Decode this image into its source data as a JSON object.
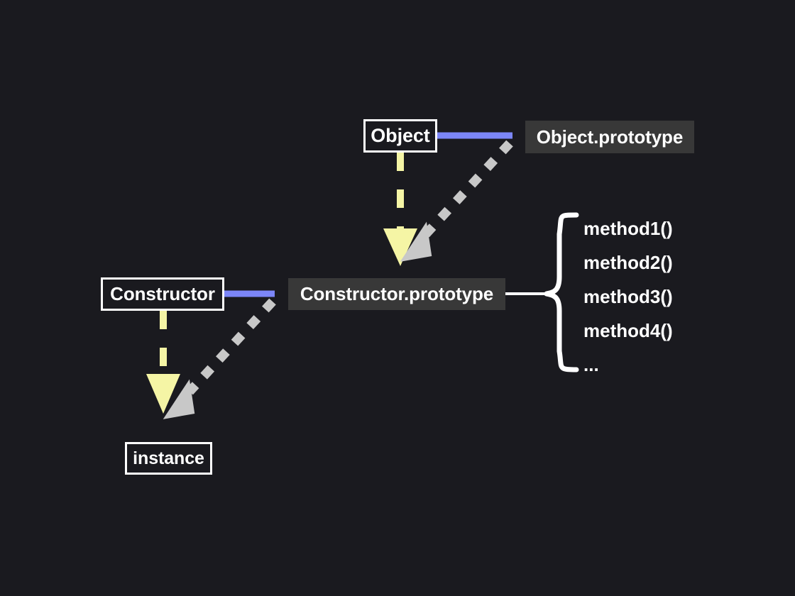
{
  "diagram": {
    "title": "JavaScript prototype chain diagram",
    "background_color": "#1a1a1f",
    "nodes": {
      "object": {
        "label": "Object",
        "style": "outline"
      },
      "object_prototype": {
        "label": "Object.prototype",
        "style": "filled",
        "fill_color": "#383838"
      },
      "constructor": {
        "label": "Constructor",
        "style": "outline"
      },
      "constructor_prototype": {
        "label": "Constructor.prototype",
        "style": "filled",
        "fill_color": "#383838"
      },
      "instance": {
        "label": "instance",
        "style": "outline"
      }
    },
    "connectors": {
      "prototype_link_color": "#7c86f8",
      "instantiation_arrow_color": "#f5f5a5",
      "proto_chain_arrow_color": "#c8c8c8",
      "brace_color": "#ffffff"
    },
    "methods": [
      {
        "label": "method1()"
      },
      {
        "label": "method2()"
      },
      {
        "label": "method3()"
      },
      {
        "label": "method4()"
      },
      {
        "label": "..."
      }
    ]
  }
}
